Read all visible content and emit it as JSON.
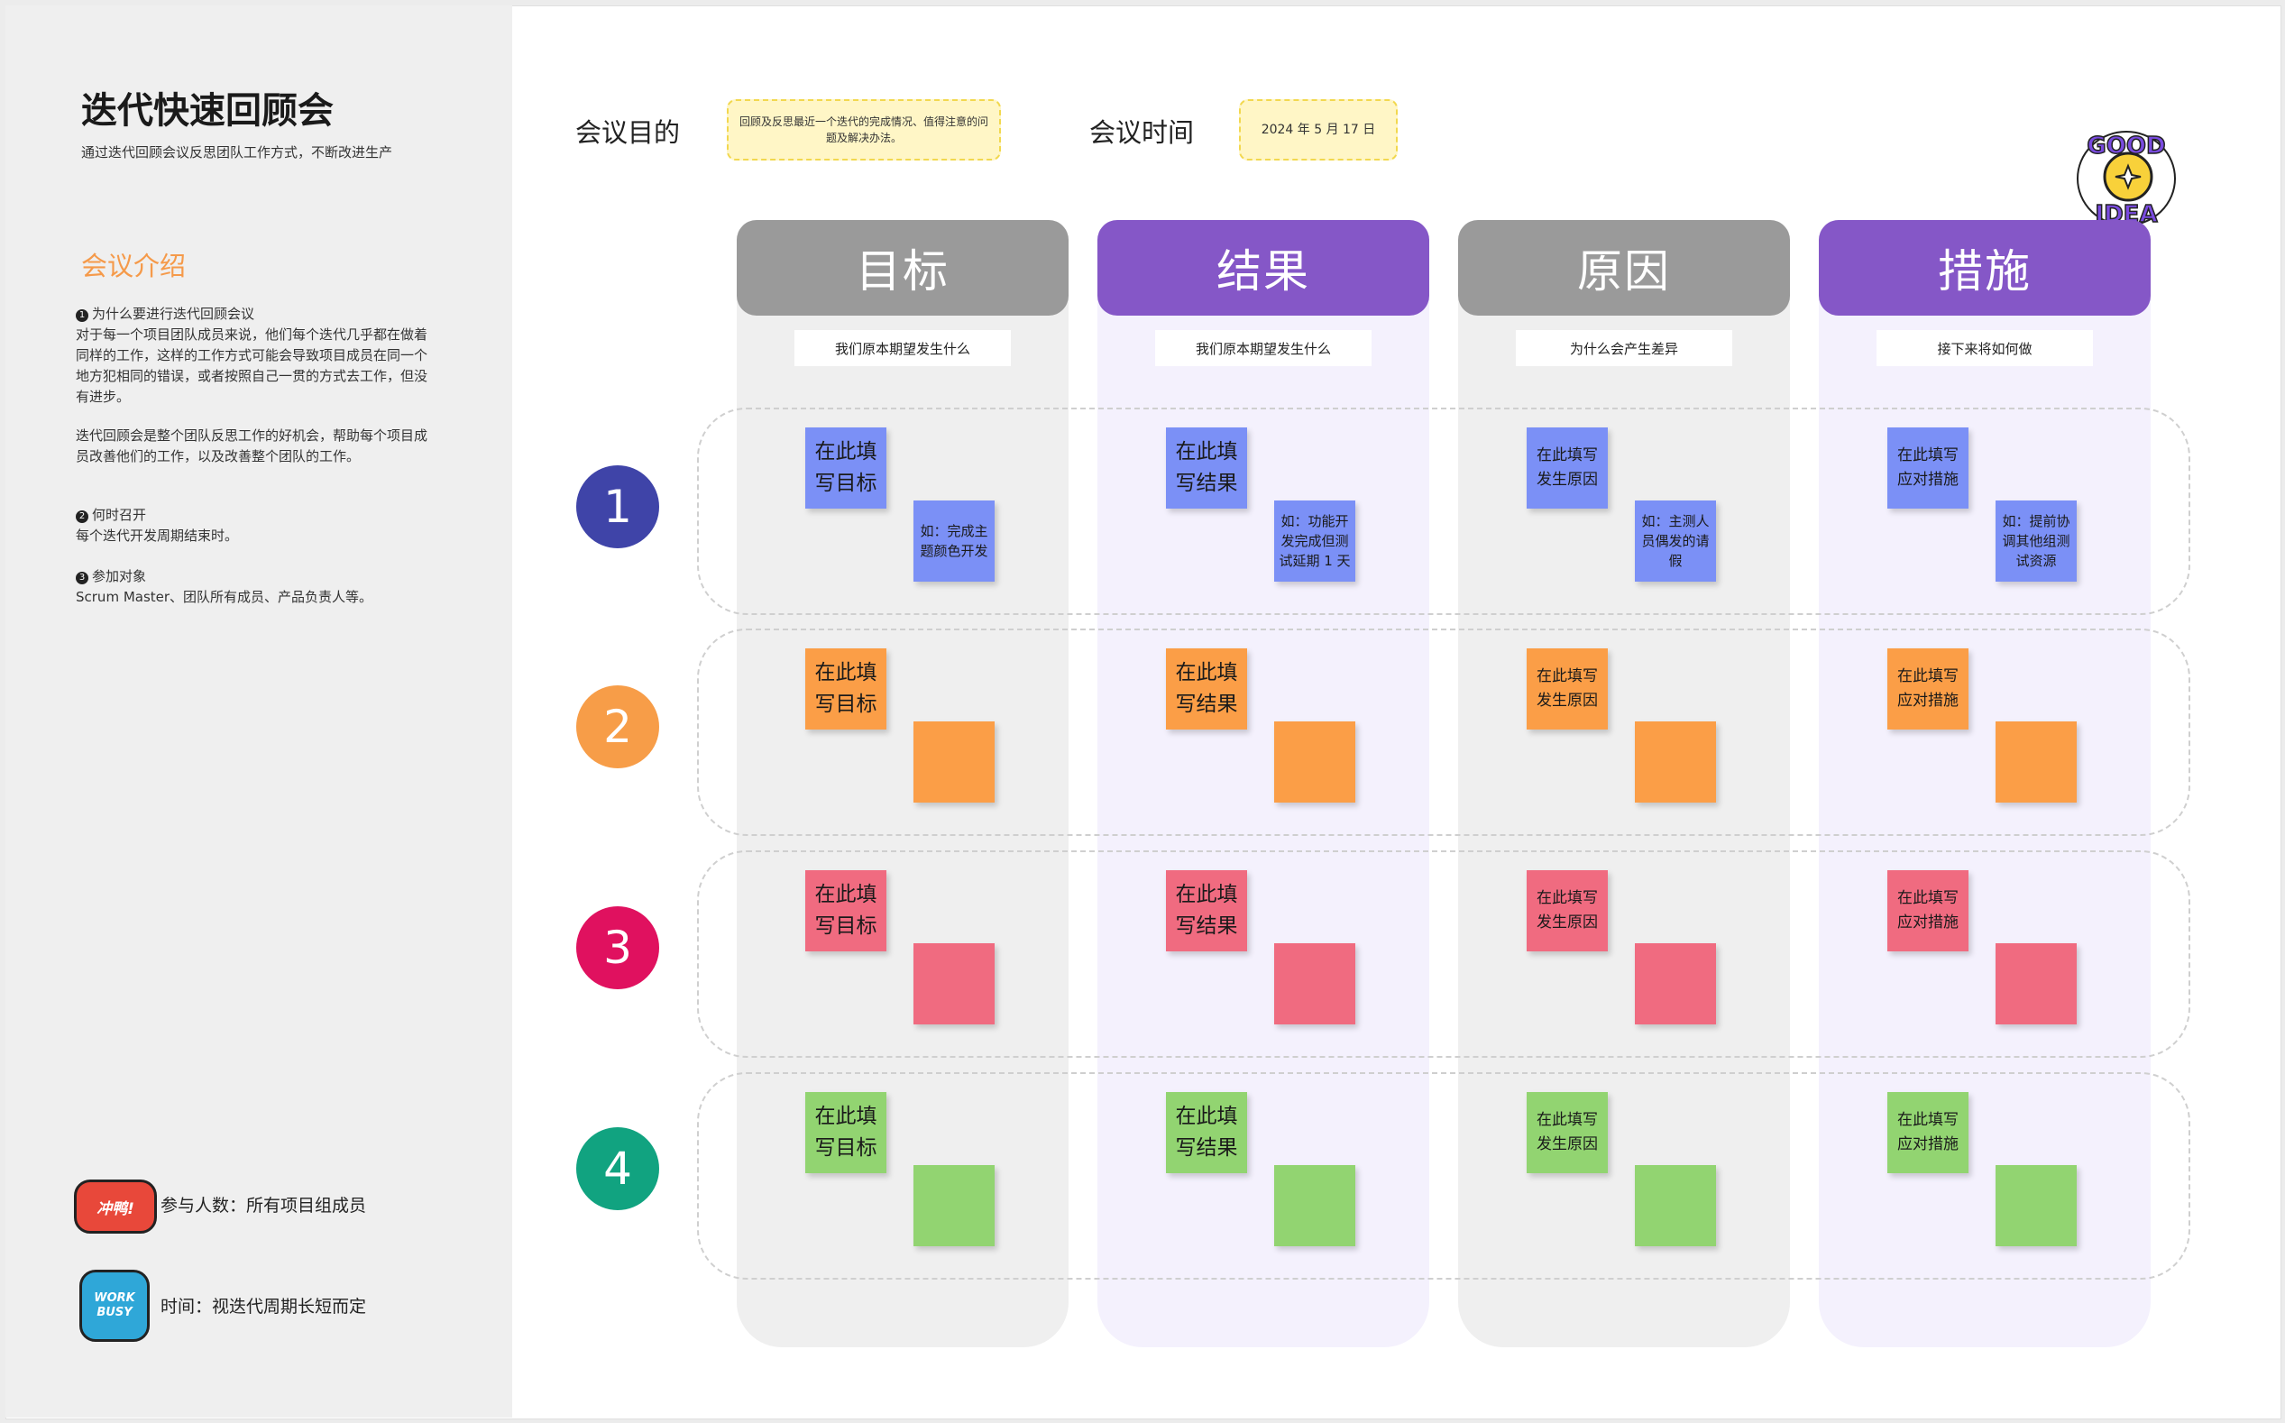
{
  "sidebar": {
    "title": "迭代快速回顾会",
    "subtitle": "通过迭代回顾会议反思团队工作方式，不断改进生产",
    "intro_heading": "会议介绍",
    "sections": [
      {
        "bullet": "1",
        "heading": "为什么要进行迭代回顾会议",
        "lines": [
          "对于每一个项目团队成员来说，他们每个迭代几乎都在做着",
          "同样的工作，这样的工作方式可能会导致项目成员在同一个",
          "地方犯相同的错误，或者按照自己一贯的方式去工作，但没",
          "有进步。"
        ]
      },
      {
        "bullet": "",
        "heading": "",
        "lines": [
          "迭代回顾会是整个团队反思工作的好机会，帮助每个项目成",
          "员改善他们的工作，以及改善整个团队的工作。"
        ]
      },
      {
        "bullet": "2",
        "heading": "何时召开",
        "lines": [
          "每个迭代开发周期结束时。"
        ]
      },
      {
        "bullet": "3",
        "heading": "参加对象",
        "lines": [
          "Scrum Master、团队所有成员、产品负责人等。"
        ]
      }
    ],
    "footer": {
      "participants": "参与人数：所有项目组成员",
      "duration": "时间：视迭代周期长短而定",
      "sticker1_text": "冲鸭!",
      "sticker2_text": "WORK BUSY"
    }
  },
  "meeting": {
    "purpose_label": "会议目的",
    "purpose_text": "回顾及反思最近一个迭代的完成情况、值得注意的问题及解决办法。",
    "time_label": "会议时间",
    "time_text": "2024 年 5 月 17 日"
  },
  "idea_sticker": {
    "line1": "GOOD",
    "line2": "IDEA"
  },
  "columns": [
    {
      "title": "目标",
      "subtitle": "我们原本期望发生什么"
    },
    {
      "title": "结果",
      "subtitle": "我们原本期望发生什么"
    },
    {
      "title": "原因",
      "subtitle": "为什么会产生差异"
    },
    {
      "title": "措施",
      "subtitle": "接下来将如何做"
    }
  ],
  "rows": [
    {
      "number": "1",
      "color": "#3f44a8",
      "note_color": "#7b90f6",
      "cells": [
        {
          "main": "在此填写目标",
          "extra": "如：完成主题颜色开发"
        },
        {
          "main": "在此填写结果",
          "extra": "如：功能开发完成但测试延期 1 天"
        },
        {
          "main": "在此填写发生原因",
          "extra": "如：主测人员偶发的请假"
        },
        {
          "main": "在此填写应对措施",
          "extra": "如：提前协调其他组测试资源"
        }
      ]
    },
    {
      "number": "2",
      "color": "#f79d48",
      "note_color": "#fb9e47",
      "cells": [
        {
          "main": "在此填写目标",
          "extra": ""
        },
        {
          "main": "在此填写结果",
          "extra": ""
        },
        {
          "main": "在此填写发生原因",
          "extra": ""
        },
        {
          "main": "在此填写应对措施",
          "extra": ""
        }
      ]
    },
    {
      "number": "3",
      "color": "#e0115f",
      "note_color": "#f06b80",
      "cells": [
        {
          "main": "在此填写目标",
          "extra": ""
        },
        {
          "main": "在此填写结果",
          "extra": ""
        },
        {
          "main": "在此填写发生原因",
          "extra": ""
        },
        {
          "main": "在此填写应对措施",
          "extra": ""
        }
      ]
    },
    {
      "number": "4",
      "color": "#11a380",
      "note_color": "#92d471",
      "cells": [
        {
          "main": "在此填写目标",
          "extra": ""
        },
        {
          "main": "在此填写结果",
          "extra": ""
        },
        {
          "main": "在此填写发生原因",
          "extra": ""
        },
        {
          "main": "在此填写应对措施",
          "extra": ""
        }
      ]
    }
  ]
}
